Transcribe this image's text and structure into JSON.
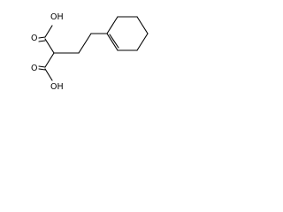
{
  "figure": {
    "atom_labels": [
      {
        "id": "oh-top",
        "text": "OH"
      },
      {
        "id": "o-top",
        "text": "O"
      },
      {
        "id": "o-bottom",
        "text": "O"
      },
      {
        "id": "oh-bottom",
        "text": "OH"
      }
    ]
  }
}
